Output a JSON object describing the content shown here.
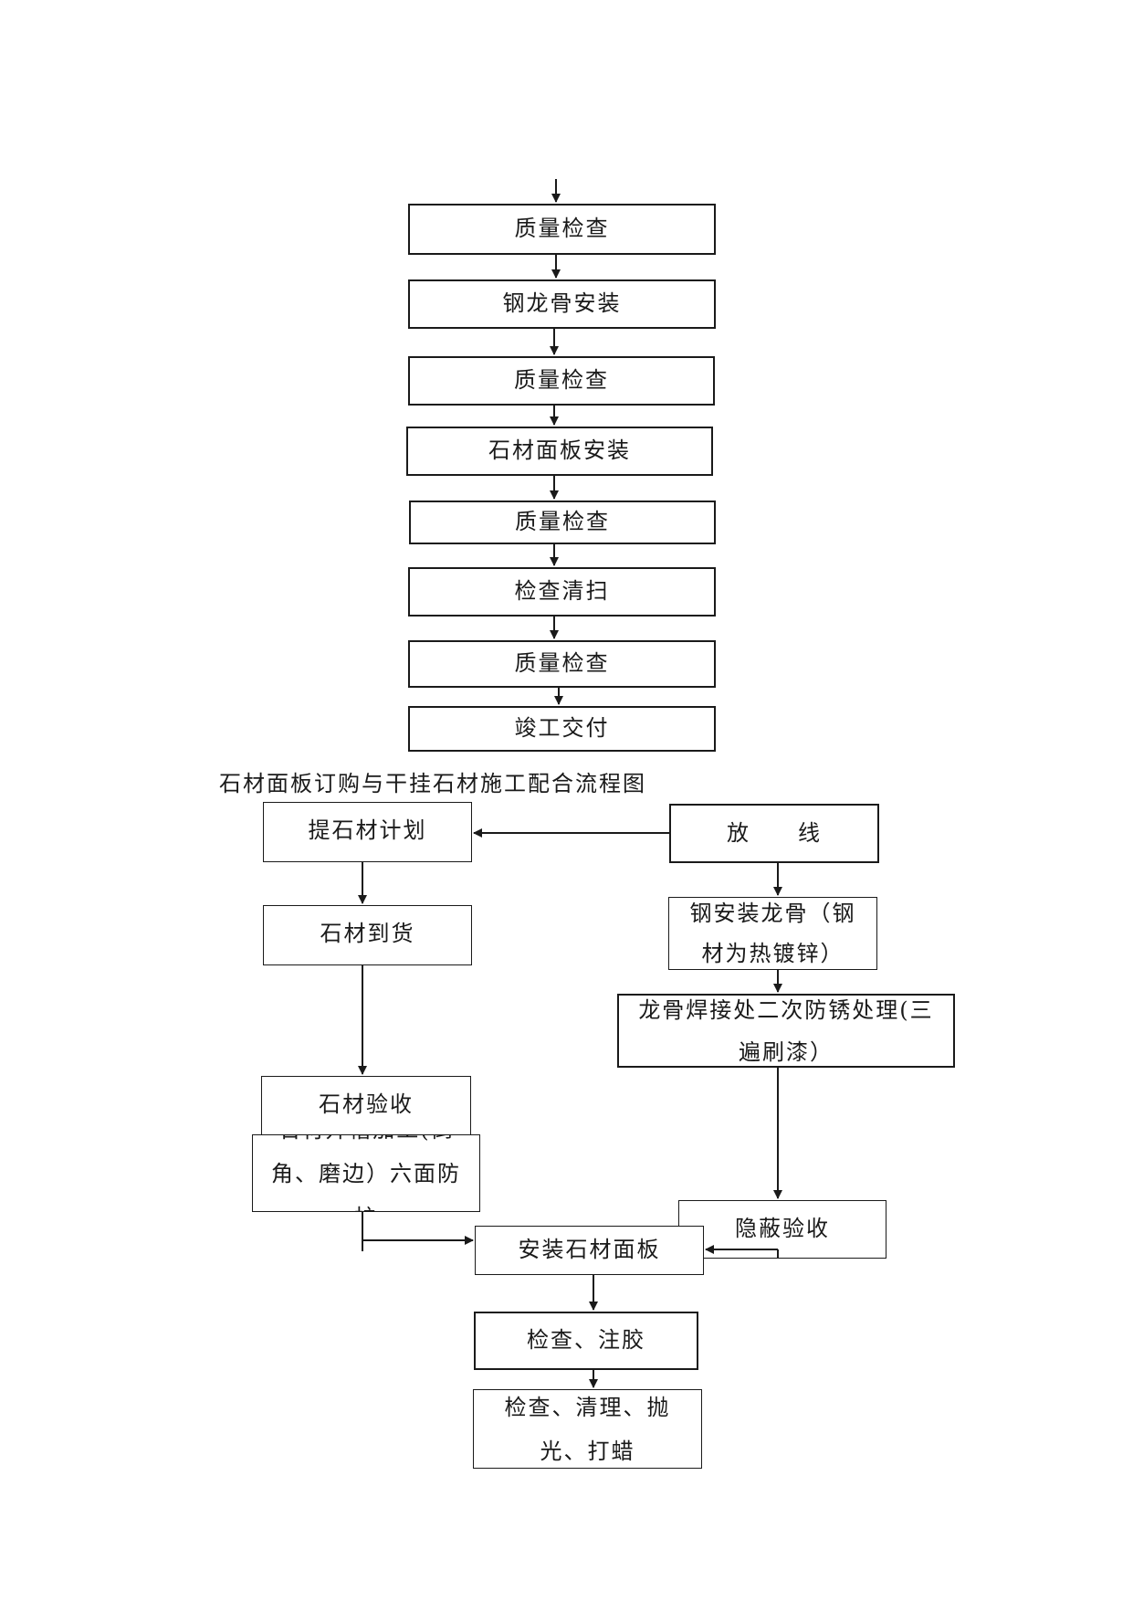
{
  "upper_flow": {
    "steps": [
      "质量检查",
      "钢龙骨安装",
      "质量检查",
      "石材面板安装",
      "质量检查",
      "检查清扫",
      "质量检查",
      "竣工交付"
    ]
  },
  "lower_flow": {
    "title": "石材面板订购与干挂石材施工配合流程图",
    "left": {
      "plan": "提石材计划",
      "arrival": "石材到货",
      "acceptance": "石材验收",
      "processing": "石材开槽加工(倒角、磨边）六面防护"
    },
    "right": {
      "setout": "放　　线",
      "keel": "钢安装龙骨（钢材为热镀锌）",
      "rust": "龙骨焊接处二次防锈处理(三遍刷漆）",
      "hidden": "隐蔽验收"
    },
    "bottom": {
      "install": "安装石材面板",
      "glue": "检查、注胶",
      "finish": "检查、清理、抛光、打蜡"
    }
  }
}
